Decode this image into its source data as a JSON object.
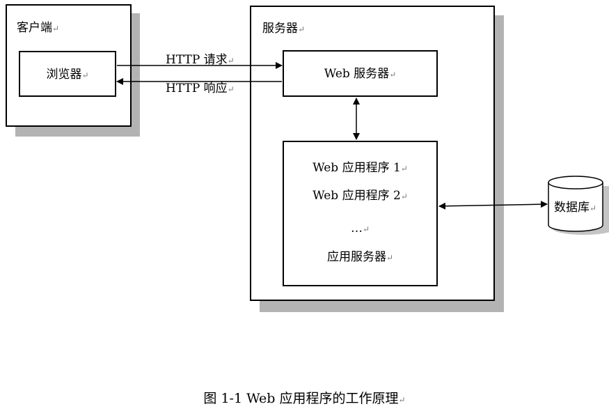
{
  "client": {
    "title": "客户端",
    "browser": "浏览器"
  },
  "server": {
    "title": "服务器",
    "web_server": "Web 服务器",
    "app_lines": [
      "Web 应用程序 1",
      "Web 应用程序 2",
      "…",
      "应用服务器"
    ]
  },
  "arrows": {
    "request": "HTTP 请求",
    "response": "HTTP 响应"
  },
  "database": {
    "label": "数据库"
  },
  "caption": "图 1-1 Web 应用程序的工作原理",
  "paragraph_mark": "↵"
}
